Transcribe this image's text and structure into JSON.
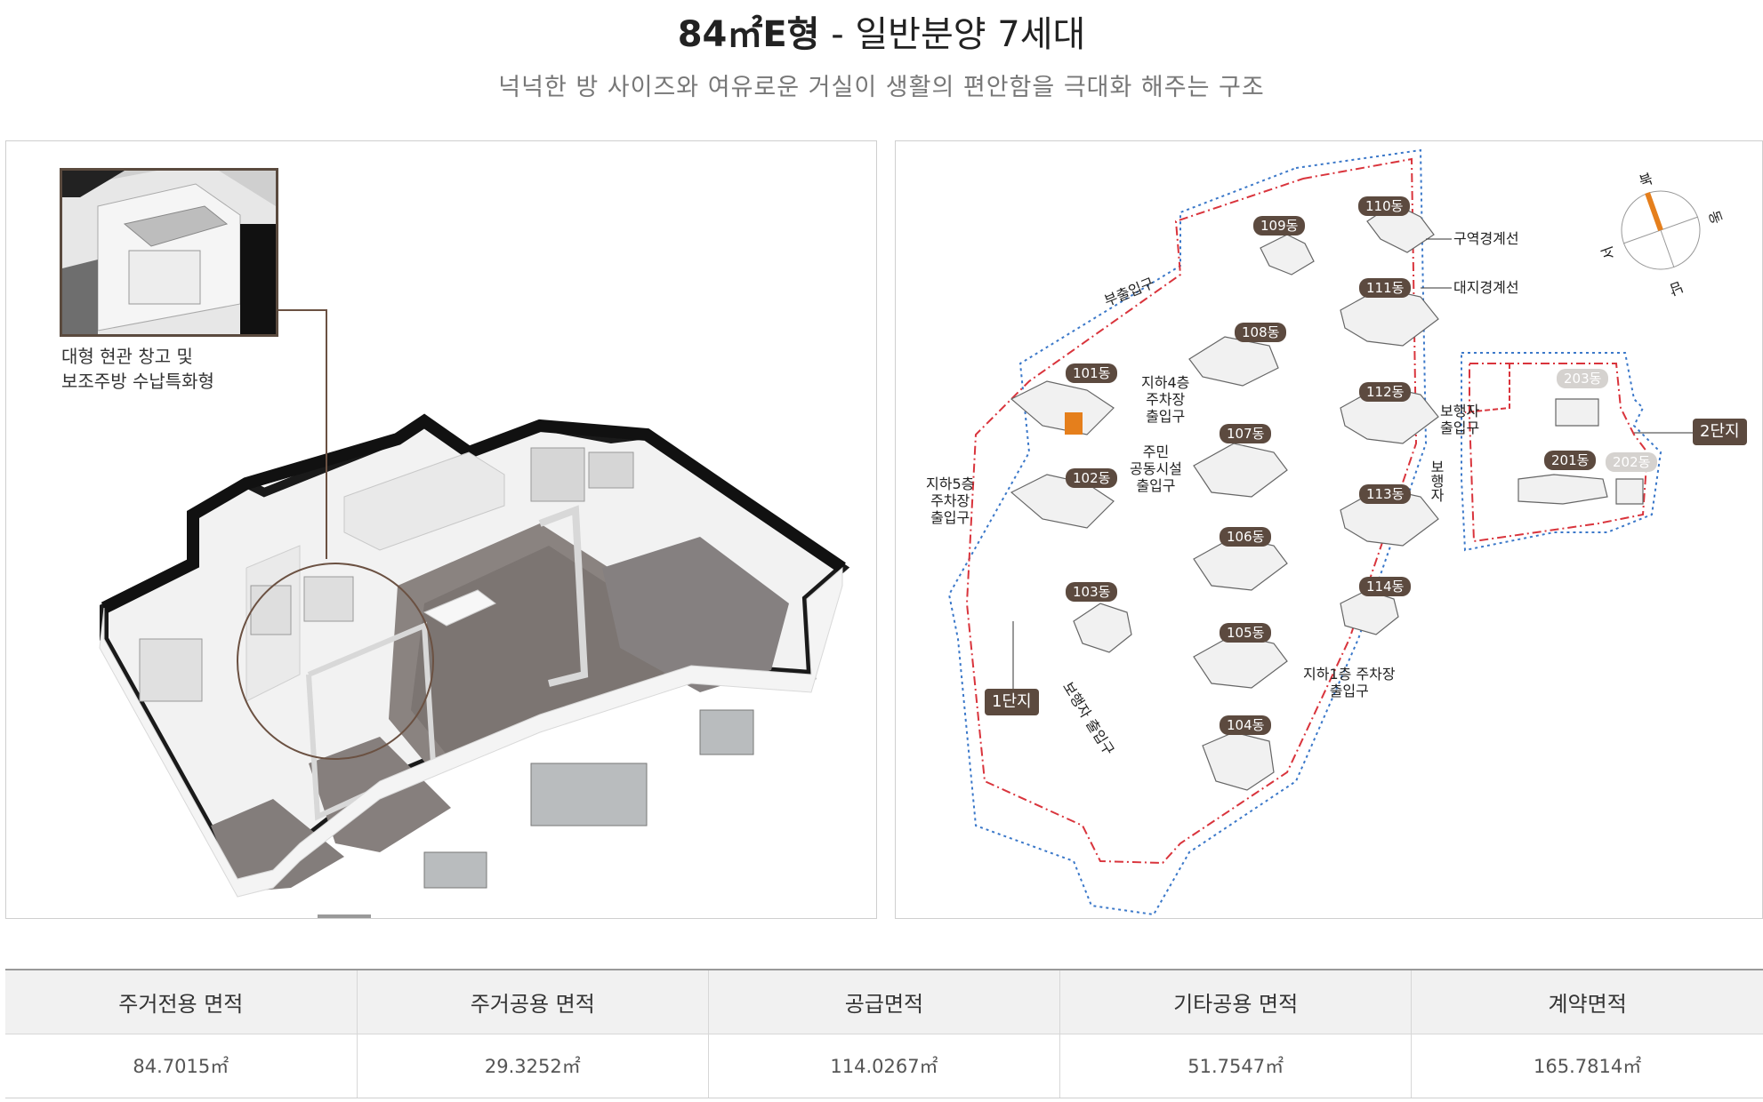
{
  "header": {
    "title_bold": "84㎡E형",
    "title_rest": " - 일반분양 7세대",
    "subtitle": "넉넉한 방 사이즈와 여유로운 거실이 생활의 편안함을 극대화 해주는 구조"
  },
  "floor_plan": {
    "inset_caption": "대형 현관 창고 및\n보조주방 수납특화형"
  },
  "site_plan": {
    "buildings": [
      "109동",
      "110동",
      "111동",
      "108동",
      "101동",
      "112동",
      "107동",
      "102동",
      "113동",
      "106동",
      "103동",
      "114동",
      "105동",
      "104동",
      "203동",
      "201동",
      "202동"
    ],
    "highlight_color": "#e57f1c",
    "labels": {
      "zone_boundary": "구역경계선",
      "site_boundary": "대지경계선",
      "secondary_entrance": "부출입구",
      "b4_parking": "지하4층\n주차장\n출입구",
      "community": "주민\n공동시설\n출입구",
      "b5_parking": "지하5층\n주차장\n출입구",
      "pedestrian_right": "보행자\n출입구",
      "pedestrian_vertical": "보행자",
      "b1_parking": "지하1층 주차장\n출입구",
      "pedestrian_bottom": "보행자 출입구",
      "complex1": "1단지",
      "complex2": "2단지"
    },
    "compass": {
      "north": "북",
      "east": "동",
      "south": "남",
      "west": "서"
    },
    "boundary_colors": {
      "zone": "#d9343c",
      "site": "#3b78c9"
    }
  },
  "area_table": {
    "headers": [
      "주거전용 면적",
      "주거공용 면적",
      "공급면적",
      "기타공용 면적",
      "계약면적"
    ],
    "values": [
      "84.7015㎡",
      "29.3252㎡",
      "114.0267㎡",
      "51.7547㎡",
      "165.7814㎡"
    ]
  }
}
